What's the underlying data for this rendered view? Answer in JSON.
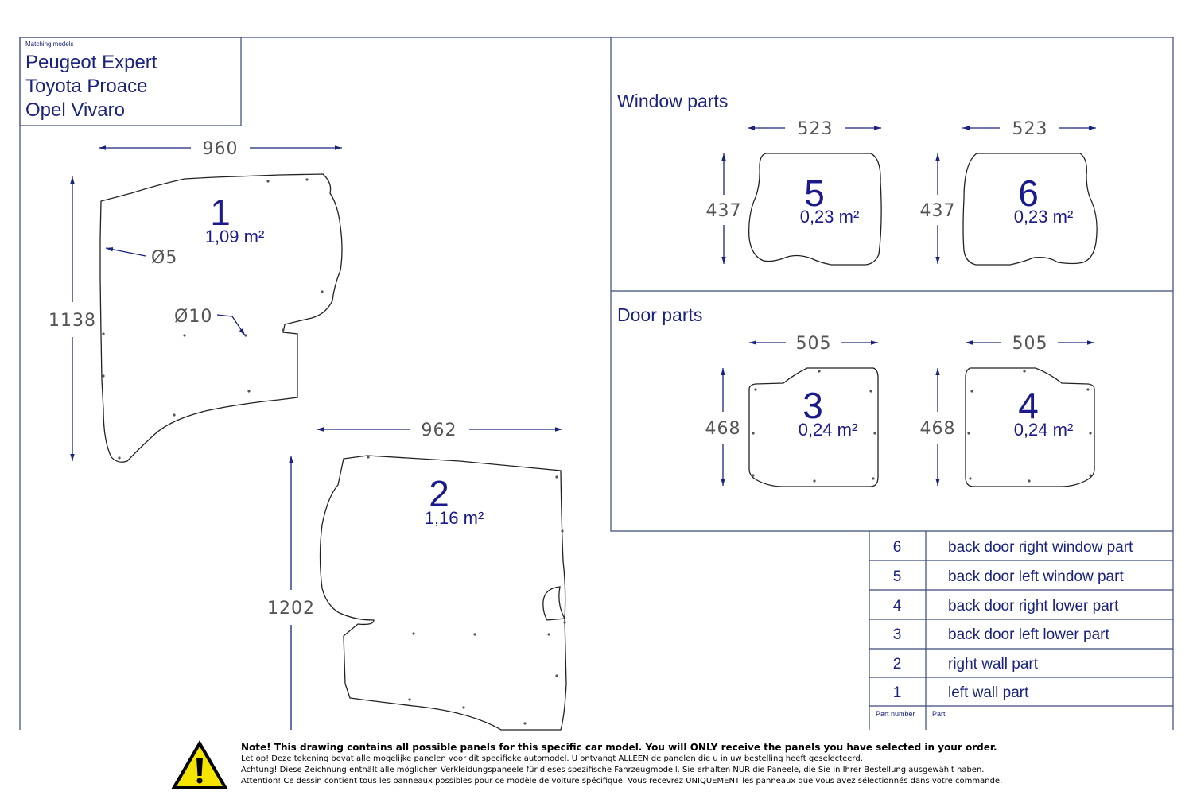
{
  "models": {
    "title": "Matching models",
    "items": [
      "Peugeot Expert",
      "Toyota Proace",
      "Opel Vivaro"
    ]
  },
  "sections": {
    "window": "Window parts",
    "door": "Door parts"
  },
  "panels": [
    {
      "number": "1",
      "area": "1,09 m²",
      "width": "960",
      "height": "1138"
    },
    {
      "number": "2",
      "area": "1,16 m²",
      "width": "962",
      "height": "1202"
    },
    {
      "number": "3",
      "area": "0,24 m²",
      "width": "505",
      "height": "468"
    },
    {
      "number": "4",
      "area": "0,24 m²",
      "width": "505",
      "height": "468"
    },
    {
      "number": "5",
      "area": "0,23 m²",
      "width": "523",
      "height": "437"
    },
    {
      "number": "6",
      "area": "0,23 m²",
      "width": "523",
      "height": "437"
    }
  ],
  "holes": {
    "small": "Ø5",
    "large": "Ø10"
  },
  "parts_table": {
    "header_number": "Part number",
    "header_part": "Part",
    "rows": [
      {
        "number": "6",
        "label": "back door right window part"
      },
      {
        "number": "5",
        "label": "back door left window part"
      },
      {
        "number": "4",
        "label": "back door right lower part"
      },
      {
        "number": "3",
        "label": "back door left lower part"
      },
      {
        "number": "2",
        "label": "right wall part"
      },
      {
        "number": "1",
        "label": "left wall part"
      }
    ]
  },
  "notice": {
    "icon": "warning-icon",
    "en": "Note! This drawing contains all possible panels for this specific car model. You will ONLY receive the panels you have selected in your order.",
    "nl": "Let op! Deze tekening bevat alle mogelijke panelen voor dit specifieke automodel. U ontvangt ALLEEN de panelen die u in uw bestelling heeft geselecteerd.",
    "de": "Achtung! Diese Zeichnung enthält alle möglichen Verkleidungspaneele für dieses spezifische Fahrzeugmodell. Sie erhalten NUR die Paneele, die Sie in Ihrer Bestellung ausgewählt haben.",
    "fr": "Attention! Ce dessin contient tous les panneaux possibles pour ce modèle de voiture spécifique. Vous recevrez UNIQUEMENT les panneaux que vous avez sélectionnés dans votre commande."
  },
  "colors": {
    "ink": "#1a237e",
    "panel_number": "#1a1a8c",
    "warning_fill": "#f5e300"
  }
}
